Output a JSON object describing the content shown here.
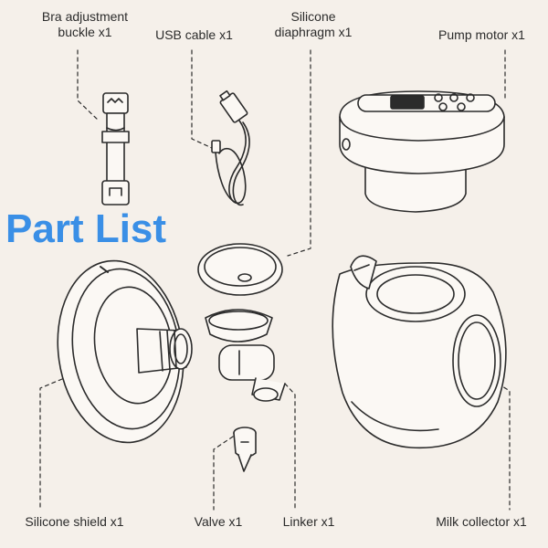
{
  "title": "Part List",
  "parts": {
    "buckle": {
      "line1": "Bra adjustment",
      "line2": "buckle x1"
    },
    "usb": {
      "label": "USB cable x1"
    },
    "diaphragm": {
      "line1": "Silicone",
      "line2": "diaphragm x1"
    },
    "motor": {
      "label": "Pump motor x1"
    },
    "shield": {
      "label": "Silicone shield x1"
    },
    "valve": {
      "label": "Valve x1"
    },
    "linker": {
      "label": "Linker x1"
    },
    "collector": {
      "label": "Milk collector x1"
    }
  },
  "colors": {
    "background": "#f5f0ea",
    "title": "#3a8fe6",
    "line": "#2b2b2b",
    "fill": "#fbf8f4"
  }
}
